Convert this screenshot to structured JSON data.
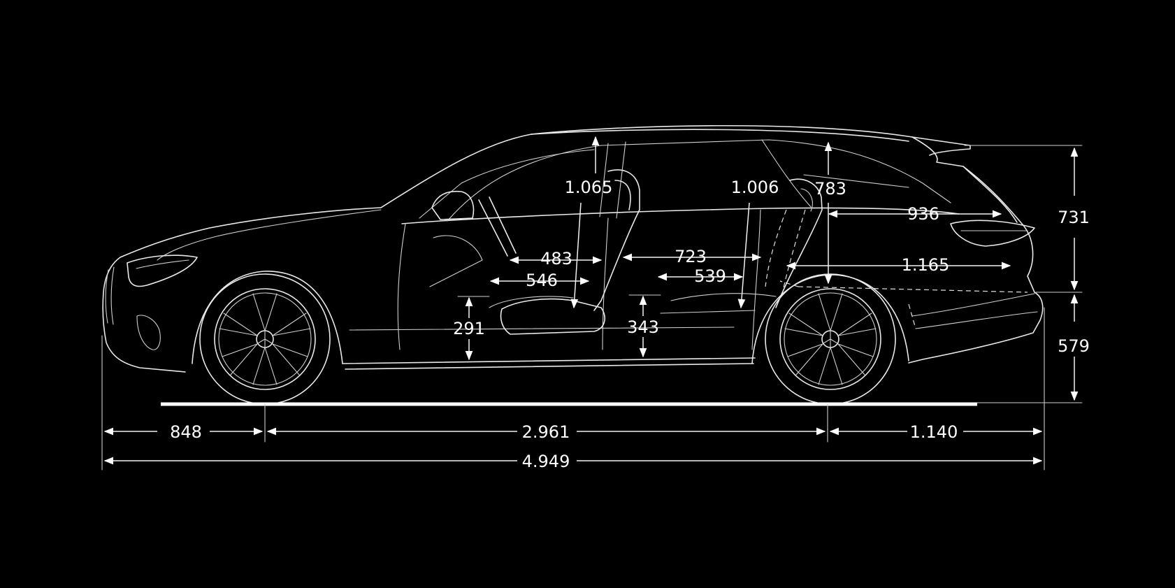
{
  "colors": {
    "background": "#000000",
    "line": "#ffffff"
  },
  "dimensions": {
    "headroom_front": "1.065",
    "headroom_rear": "1.006",
    "rear_opening_height": "783",
    "load_length_upper": "936",
    "load_length_lower": "1.165",
    "roof_to_sill_height": "731",
    "sill_height": "579",
    "front_legroom": "483",
    "front_seat_depth": "546",
    "front_seat_height": "291",
    "rear_legroom": "723",
    "rear_seat_depth": "539",
    "rear_seat_height": "343",
    "front_overhang": "848",
    "wheelbase": "2.961",
    "rear_overhang": "1.140",
    "overall_length": "4.949"
  }
}
